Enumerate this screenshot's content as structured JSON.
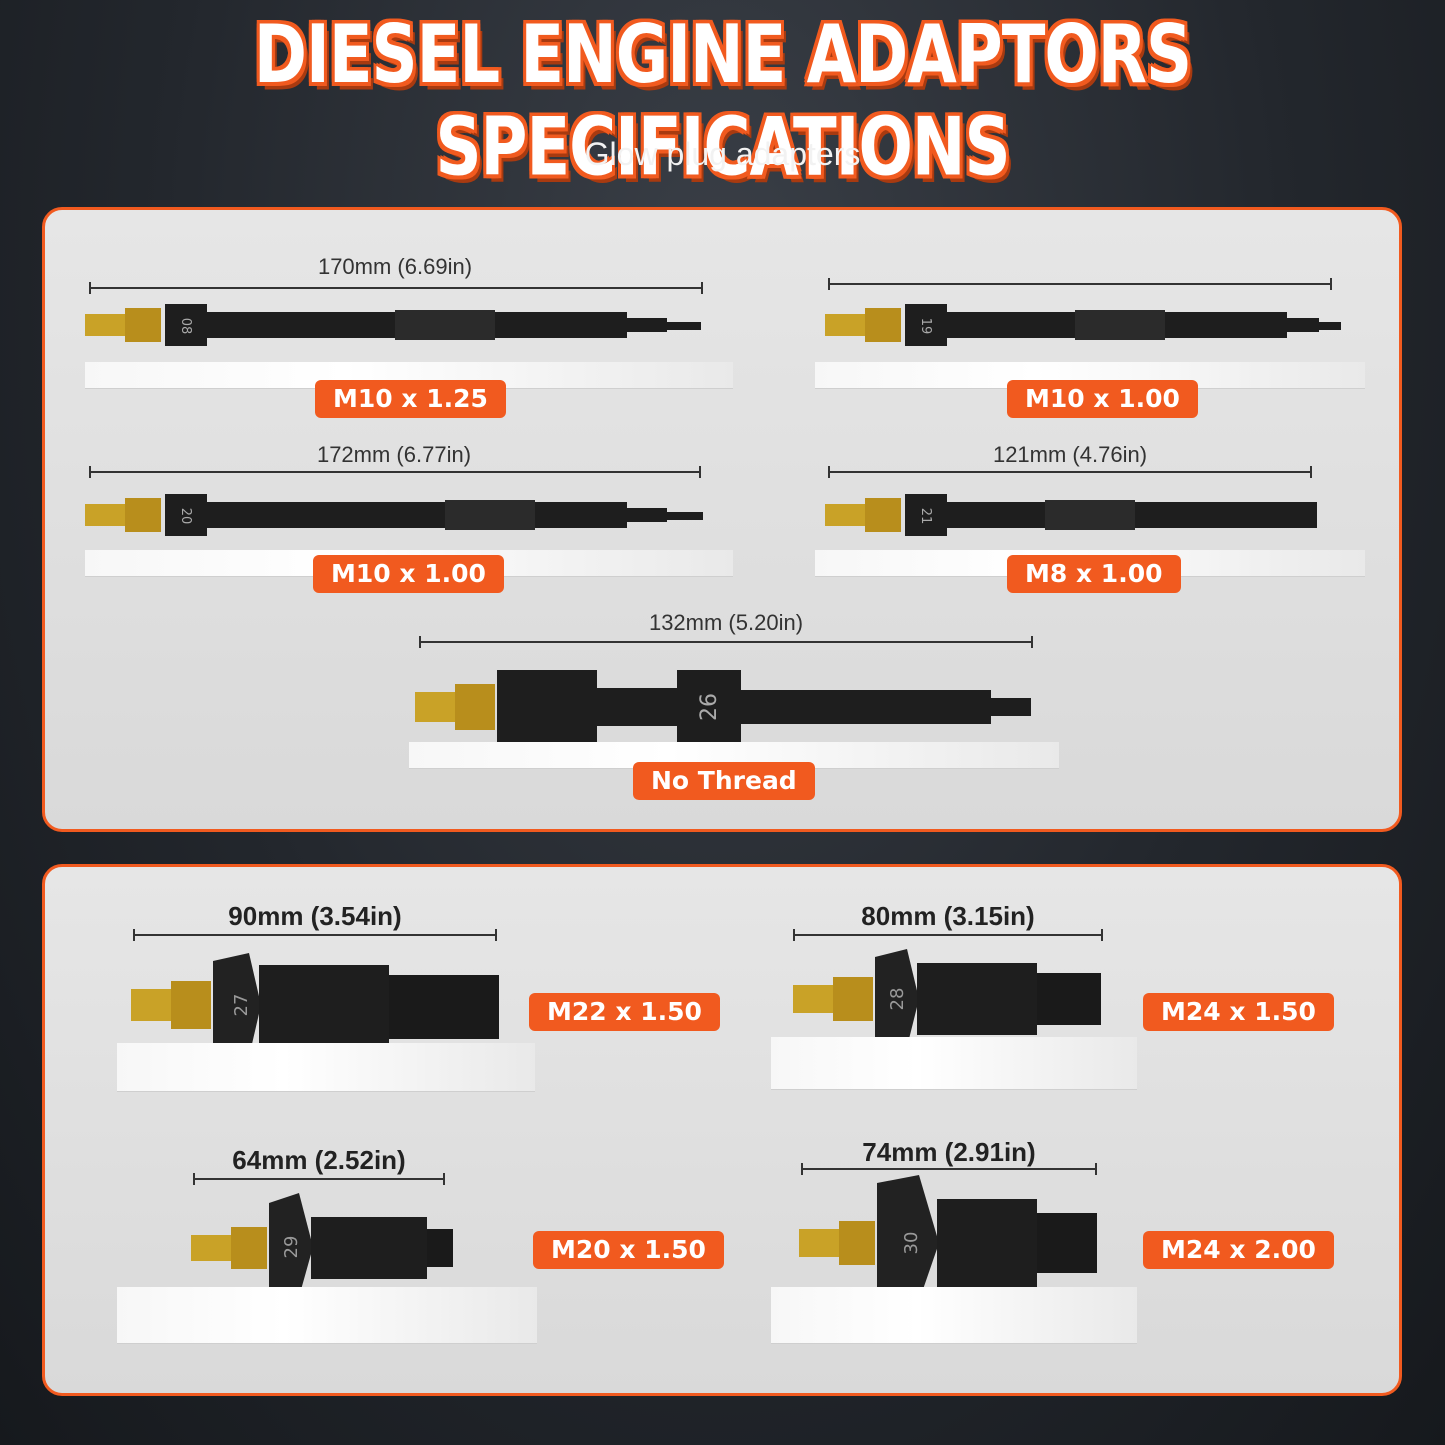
{
  "header": {
    "title": "DIESEL ENGINE ADAPTORS SPECIFICATIONS",
    "subtitle": "Glow plug adapters"
  },
  "top_panel": {
    "items": [
      {
        "dimension": "170mm (6.69in)",
        "thread": "M10 x 1.25",
        "number": "08"
      },
      {
        "dimension": "",
        "thread": "M10 x 1.00",
        "number": "19"
      },
      {
        "dimension": "172mm (6.77in)",
        "thread": "M10 x 1.00",
        "number": "20"
      },
      {
        "dimension": "121mm (4.76in)",
        "thread": "M8 x 1.00",
        "number": "21"
      },
      {
        "dimension": "132mm (5.20in)",
        "thread": "No Thread",
        "number": "26"
      }
    ]
  },
  "bottom_panel": {
    "items": [
      {
        "dimension": "90mm (3.54in)",
        "thread": "M22 x 1.50",
        "number": "27"
      },
      {
        "dimension": "80mm (3.15in)",
        "thread": "M24 x 1.50",
        "number": "28"
      },
      {
        "dimension": "64mm (2.52in)",
        "thread": "M20 x 1.50",
        "number": "29"
      },
      {
        "dimension": "74mm (2.91in)",
        "thread": "M24 x 2.00",
        "number": "30"
      }
    ]
  },
  "colors": {
    "accent": "#f15a1f",
    "brass": "#c9a227",
    "steel": "#1e1e1e"
  }
}
